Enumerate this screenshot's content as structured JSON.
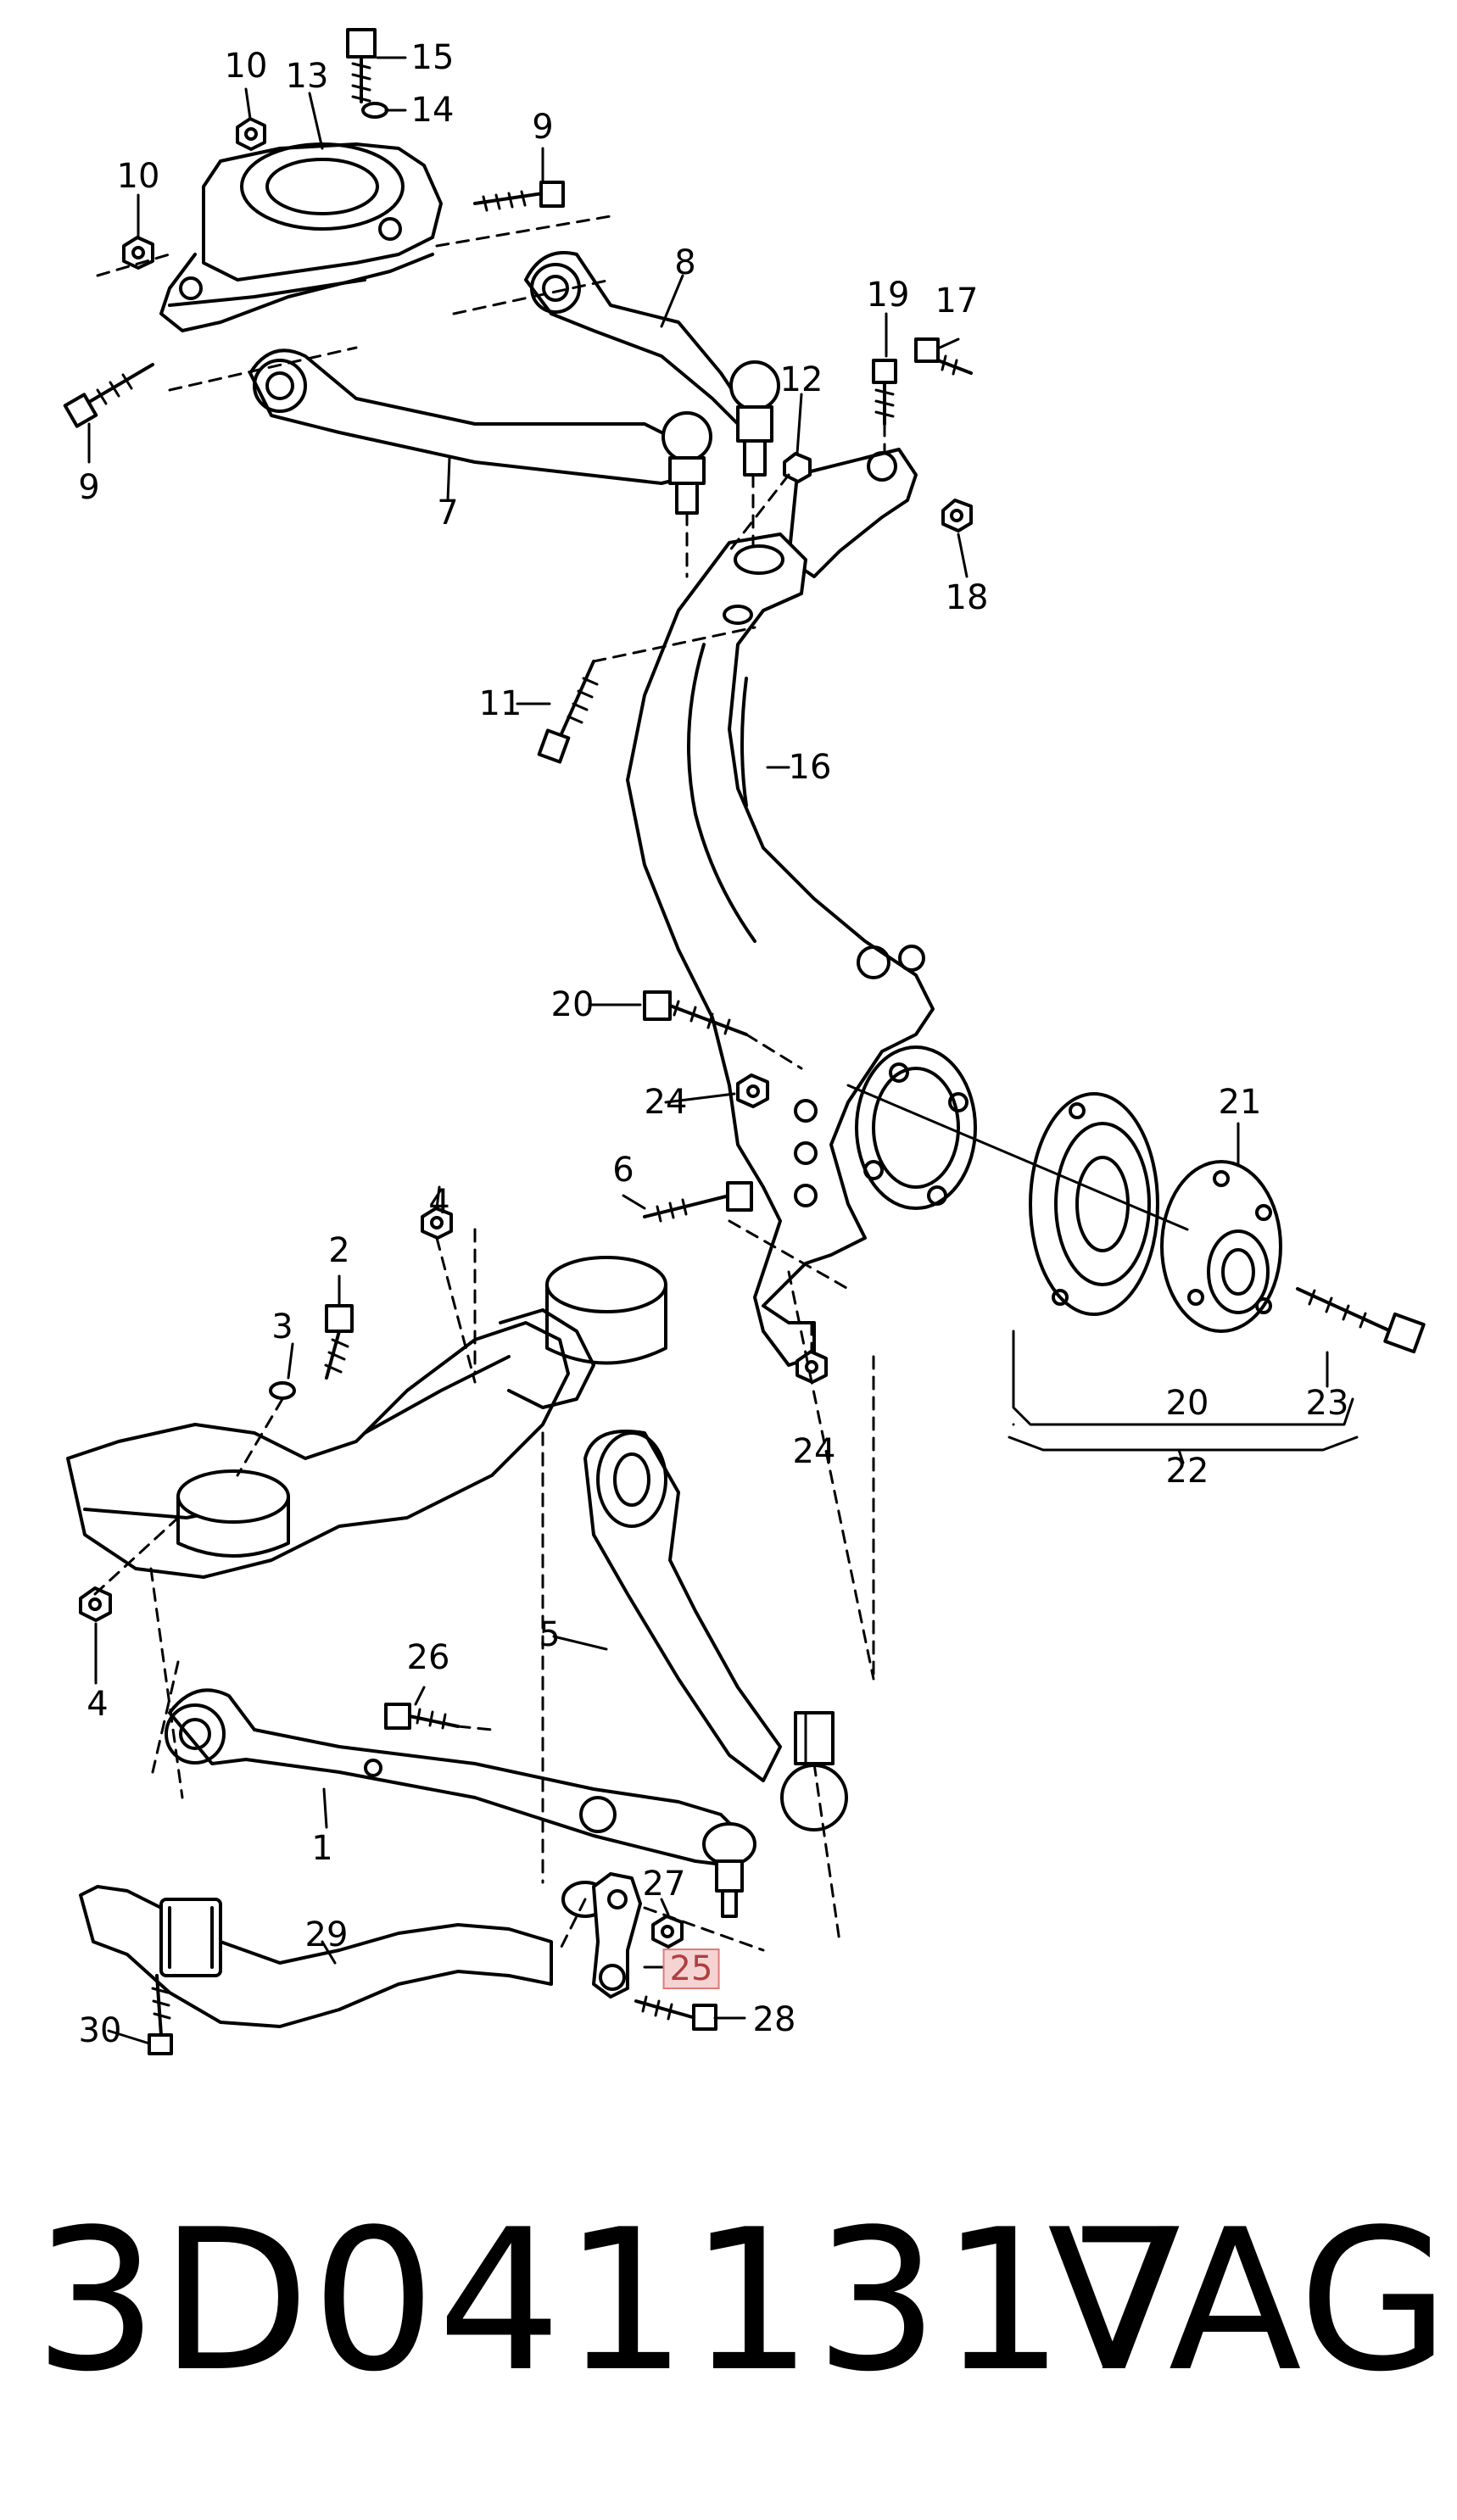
{
  "diagram": {
    "callouts": [
      {
        "id": "c1",
        "label": "1"
      },
      {
        "id": "c2",
        "label": "2"
      },
      {
        "id": "c3",
        "label": "3"
      },
      {
        "id": "c4a",
        "label": "4"
      },
      {
        "id": "c4b",
        "label": "4"
      },
      {
        "id": "c5",
        "label": "5"
      },
      {
        "id": "c6",
        "label": "6"
      },
      {
        "id": "c7",
        "label": "7"
      },
      {
        "id": "c8",
        "label": "8"
      },
      {
        "id": "c9a",
        "label": "9"
      },
      {
        "id": "c9b",
        "label": "9"
      },
      {
        "id": "c10a",
        "label": "10"
      },
      {
        "id": "c10b",
        "label": "10"
      },
      {
        "id": "c11",
        "label": "11"
      },
      {
        "id": "c12",
        "label": "12"
      },
      {
        "id": "c13",
        "label": "13"
      },
      {
        "id": "c14",
        "label": "14"
      },
      {
        "id": "c15",
        "label": "15"
      },
      {
        "id": "c16",
        "label": "16"
      },
      {
        "id": "c17",
        "label": "17"
      },
      {
        "id": "c18",
        "label": "18"
      },
      {
        "id": "c19",
        "label": "19"
      },
      {
        "id": "c20a",
        "label": "20"
      },
      {
        "id": "c20b",
        "label": "20"
      },
      {
        "id": "c21",
        "label": "21"
      },
      {
        "id": "c22",
        "label": "22"
      },
      {
        "id": "c23",
        "label": "23"
      },
      {
        "id": "c24a",
        "label": "24"
      },
      {
        "id": "c24b",
        "label": "24"
      },
      {
        "id": "c25",
        "label": "25",
        "highlighted": true
      },
      {
        "id": "c26",
        "label": "26"
      },
      {
        "id": "c27",
        "label": "27"
      },
      {
        "id": "c28",
        "label": "28"
      },
      {
        "id": "c29",
        "label": "29"
      },
      {
        "id": "c30",
        "label": "30"
      }
    ]
  },
  "footer": {
    "part_number": "3D0411317",
    "brand": "VAG"
  }
}
